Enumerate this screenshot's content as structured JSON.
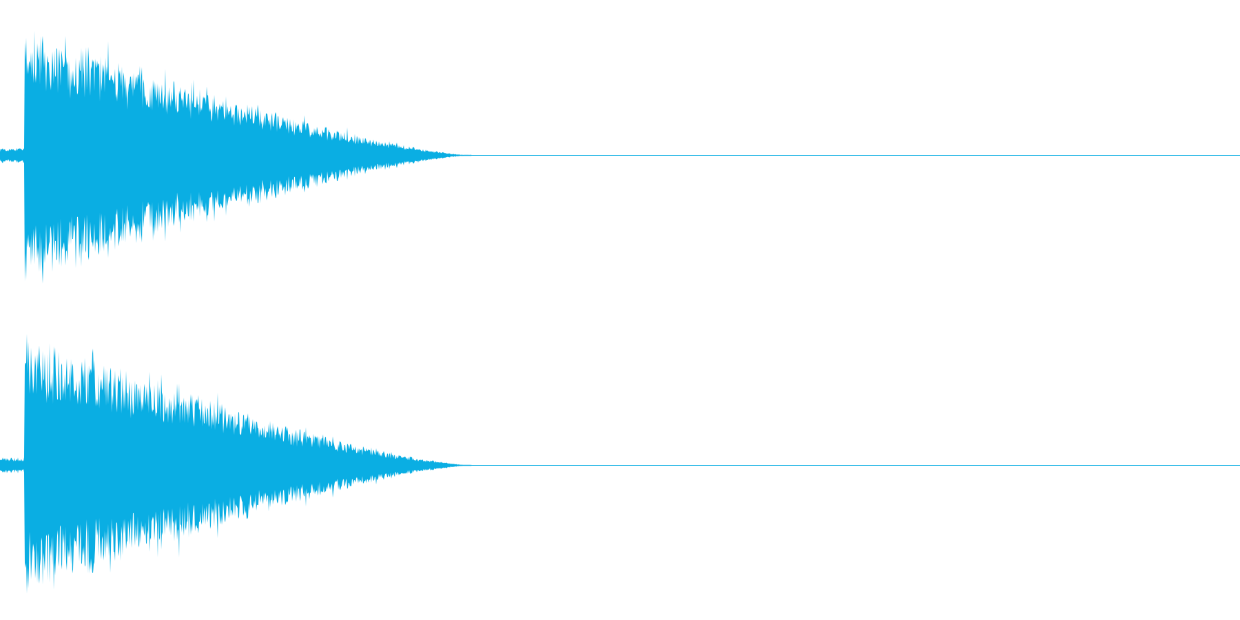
{
  "waveform": {
    "color": "#0AAEE3",
    "background": "#FFFFFF",
    "channels": [
      {
        "name": "",
        "envelope": {
          "attack": 0.02,
          "sound_end": 0.38,
          "peak_amplitude": 1.0
        }
      },
      {
        "name": "",
        "envelope": {
          "attack": 0.02,
          "sound_end": 0.38,
          "peak_amplitude": 1.0
        }
      }
    ]
  }
}
